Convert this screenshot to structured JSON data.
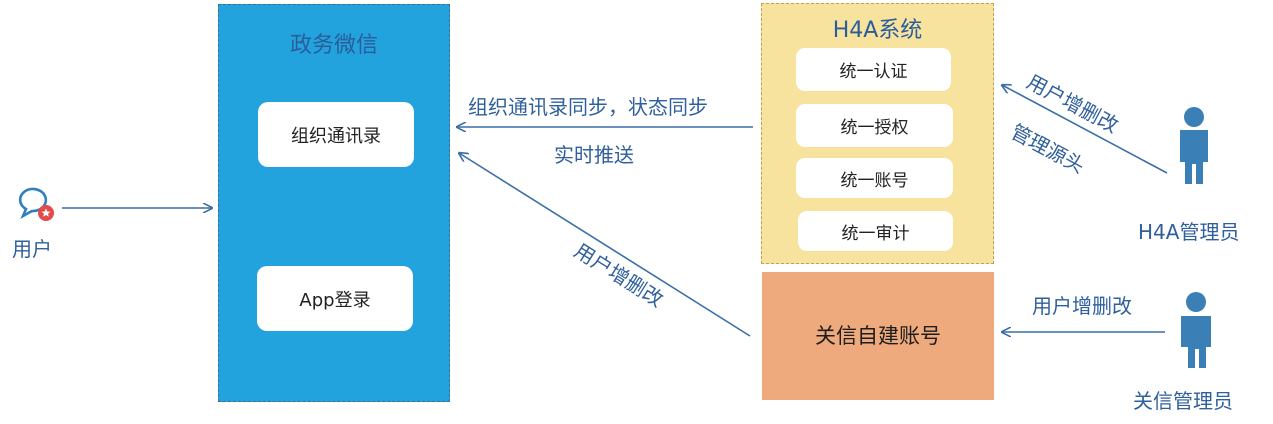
{
  "user": {
    "label": "用户"
  },
  "zwwx": {
    "title": "政务微信",
    "contacts": "组织通讯录",
    "app_login": "App登录"
  },
  "h4a": {
    "title": "H4A系统",
    "items": [
      "统一认证",
      "统一授权",
      "统一账号",
      "统一审计"
    ],
    "admin_label": "H4A管理员"
  },
  "guanxin": {
    "title": "关信自建账号",
    "admin_label": "关信管理员"
  },
  "edges": {
    "sync_label": "组织通讯录同步，状态同步",
    "push_label": "实时推送",
    "guanxin_to_zwwx": "用户增删改",
    "h4a_admin_crud": "用户增删改",
    "h4a_admin_source": "管理源头",
    "guanxin_admin_crud": "用户增删改"
  },
  "colors": {
    "zwwx_panel": "#22a3dd",
    "h4a_panel": "#f8e39e",
    "guanxin_panel": "#eea97c",
    "arrow": "#3a6fa6",
    "person": "#3a7fb5"
  }
}
